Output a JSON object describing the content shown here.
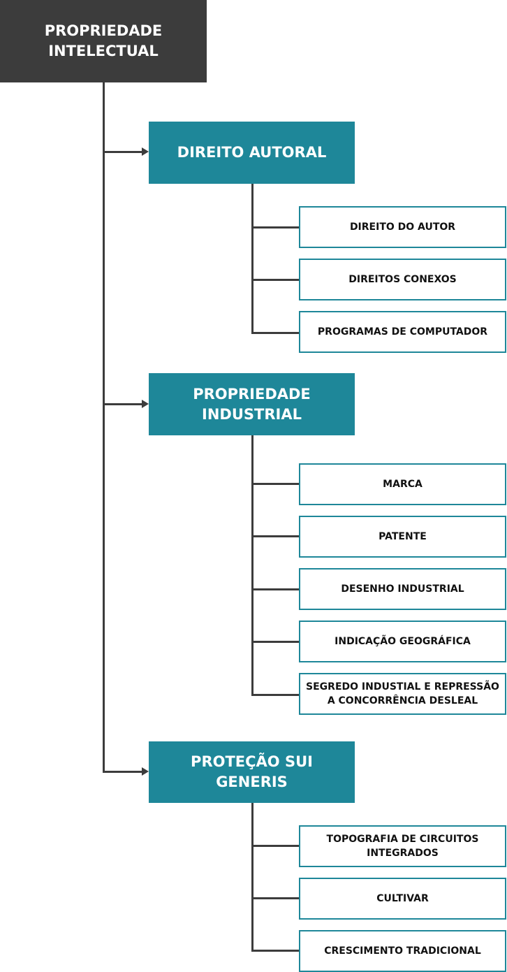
{
  "colors": {
    "root_bg": "#3c3c3c",
    "category_bg": "#1e8799",
    "leaf_border": "#1e8799",
    "connector": "#3c3c3c"
  },
  "root": {
    "label": "PROPRIEDADE\nINTELECTUAL"
  },
  "categories": [
    {
      "label": "DIREITO AUTORAL",
      "items": [
        "DIREITO DO AUTOR",
        "DIREITOS CONEXOS",
        "PROGRAMAS DE COMPUTADOR"
      ]
    },
    {
      "label": "PROPRIEDADE\nINDUSTRIAL",
      "items": [
        "MARCA",
        "PATENTE",
        "DESENHO INDUSTRIAL",
        "INDICAÇÃO GEOGRÁFICA",
        "SEGREDO INDUSTIAL E REPRESSÃO\nA CONCORRÊNCIA DESLEAL"
      ]
    },
    {
      "label": "PROTEÇÃO SUI\nGENERIS",
      "items": [
        "TOPOGRAFIA DE CIRCUITOS\nINTEGRADOS",
        "CULTIVAR",
        "CRESCIMENTO TRADICIONAL"
      ]
    }
  ]
}
